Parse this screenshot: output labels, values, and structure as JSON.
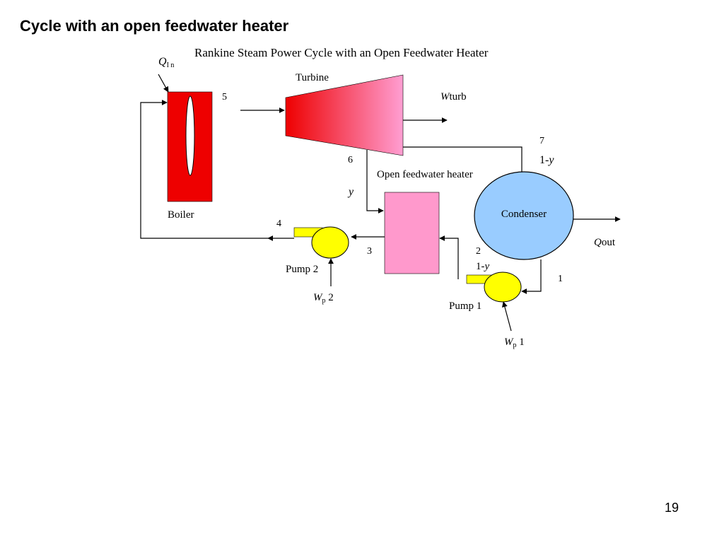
{
  "slide": {
    "title": "Cycle with an open feedwater heater",
    "page_number": "19"
  },
  "diagram": {
    "title": "Rankine Steam Power Cycle with an Open Feedwater Heater",
    "components": {
      "boiler": "Boiler",
      "turbine": "Turbine",
      "heater": "Open feedwater heater",
      "condenser": "Condenser",
      "pump1": "Pump 1",
      "pump2": "Pump 2"
    },
    "energy": {
      "q_in": {
        "symbol": "Q",
        "sub": "I n"
      },
      "w_turb": {
        "symbol": "W",
        "rest": "turb"
      },
      "q_out": {
        "symbol": "Q",
        "rest": "out"
      },
      "wp1": {
        "symbol": "W",
        "sub": "p",
        "rest": " 1"
      },
      "wp2": {
        "symbol": "W",
        "sub": "p",
        "rest": " 2"
      }
    },
    "states": {
      "s1": "1",
      "s2": "2",
      "s3": "3",
      "s4": "4",
      "s5": "5",
      "s6": "6",
      "s7": "7"
    },
    "fractions": {
      "y_symbol": "y",
      "one_minus": "1-"
    },
    "colors": {
      "boiler": "#ee0000",
      "turbine_left": "#ee0000",
      "turbine_right": "#ff9ed2",
      "heater": "#ff99cc",
      "condenser": "#99ccff",
      "pump": "#ffff00"
    }
  }
}
